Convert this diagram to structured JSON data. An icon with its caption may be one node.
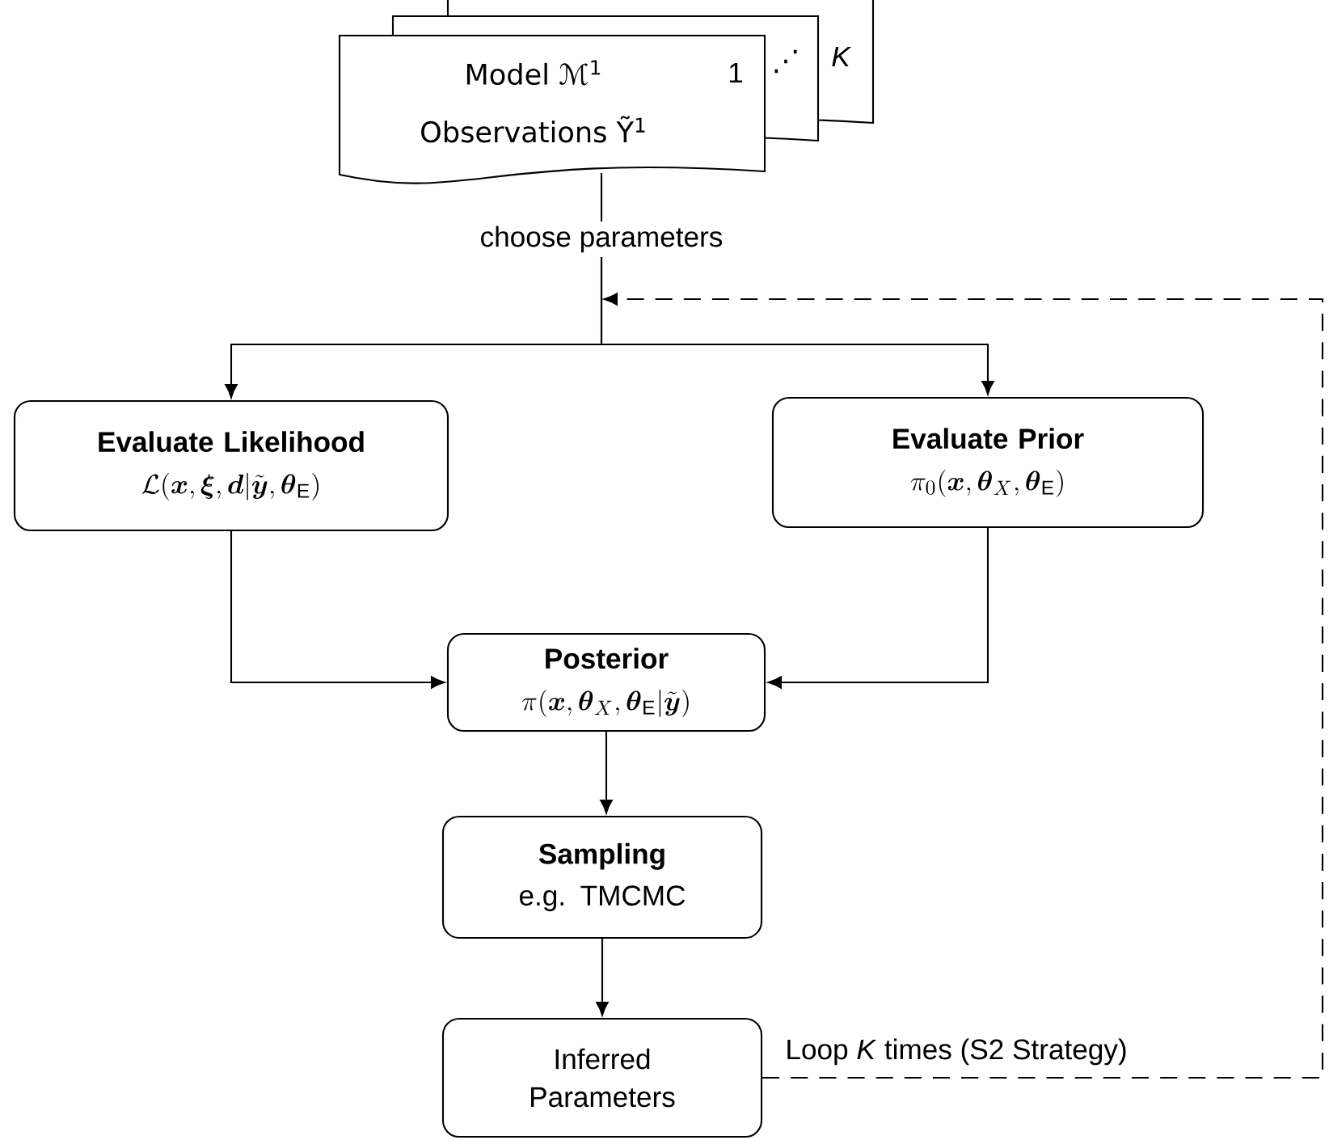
{
  "diagram": {
    "nodes": [
      {
        "text": [
          "Model ℳ$^{1}$",
          "Observations Ỹ$^{1}$",
          "1",
          "K"
        ]
      },
      {
        "text": [
          "choose parameters"
        ]
      },
      {
        "text": [
          "Evaluate Likelihood",
          "\\mathcal{L}(\\boldsymbol{x},\\boldsymbol{\\xi},\\boldsymbol{d}|\\tilde{\\boldsymbol{y}},\\boldsymbol{\\theta}_\\mathrm{E})"
        ]
      },
      {
        "text": [
          "Evaluate Prior",
          "\\pi_0(\\boldsymbol{x},\\boldsymbol{\\theta}_X,\\boldsymbol{\\theta}_\\mathrm{E})"
        ]
      },
      {
        "text": [
          "Posterior",
          "\\pi(\\boldsymbol{x},\\boldsymbol{\\theta}_X,\\boldsymbol{\\theta}_\\mathrm{E}|\\tilde{\\boldsymbol{y}})"
        ]
      },
      {
        "text": [
          "Sampling",
          "e.g.  TMCMC"
        ]
      },
      {
        "text": [
          "Inferred Parameters"
        ]
      }
    ],
    "edges": [
      {
        "from": 0,
        "to": 1,
        "arrow": "none"
      },
      {
        "from": 1,
        "to": 2,
        "arrow": "to"
      },
      {
        "from": 1,
        "to": 3,
        "arrow": "to"
      },
      {
        "from": 2,
        "to": 4,
        "arrow": "to"
      },
      {
        "from": 3,
        "to": 4,
        "arrow": "to"
      },
      {
        "from": 4,
        "to": 5,
        "arrow": "to"
      },
      {
        "from": 5,
        "to": 6,
        "arrow": "to"
      },
      {
        "from": 6,
        "to": 1,
        "arrow": "to",
        "style": "dashed",
        "label": "Loop *K* times (S2 Strategy)"
      }
    ],
    "labels": [
      "⋰"
    ]
  }
}
